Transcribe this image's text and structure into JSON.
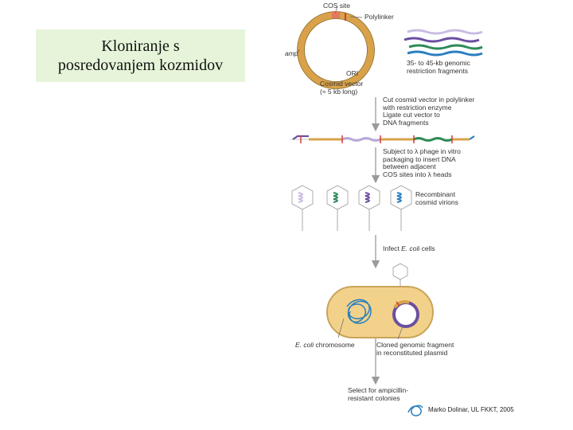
{
  "title": {
    "line1": "Kloniranje s",
    "line2": "posredovanjem kozmidov"
  },
  "labels": {
    "cos_site": "COS site",
    "polylinker": "Polylinker",
    "amp": "amp",
    "amp_sup": "r",
    "ori": "ORI",
    "cosmid_vector_1": "Cosmid vector",
    "cosmid_vector_2": "(≈ 5 kb long)",
    "fragments_1": "35- to 45-kb genomic",
    "fragments_2": "restriction fragments",
    "step1_1": "Cut cosmid vector in polylinker",
    "step1_2": "with restriction enzyme",
    "step1_3": "Ligate cut vector to",
    "step1_4": "DNA fragments",
    "step2_1": "Subject to λ phage in vitro",
    "step2_2": "packaging to insert DNA",
    "step2_3": "between adjacent",
    "step2_4": "COS sites into λ heads",
    "virions_1": "Recombinant",
    "virions_2": "cosmid virions",
    "step3_a": "Infect ",
    "step3_b": "E. coli",
    "step3_c": " cells",
    "chromosome_a": "E. coli",
    "chromosome_b": " chromosome",
    "cloned_1": "Cloned genomic fragment",
    "cloned_2": "in reconstituted plasmid",
    "select_1": "Select for ampicillin-",
    "select_2": "resistant colonies"
  },
  "credit": "Marko Dolinar, UL FKKT, 2005",
  "colors": {
    "title_bg": "#e6f5d9",
    "vector_ring": "#d9a24a",
    "cell_fill": "#f2d28a",
    "fragment_lavender": "#b9a8d8",
    "fragment_purple": "#6b4fa0",
    "fragment_green": "#2e8b57",
    "fragment_blue": "#2b7fc0",
    "site_red": "#d23c3c",
    "arrow_gray": "#9a9a9a"
  }
}
